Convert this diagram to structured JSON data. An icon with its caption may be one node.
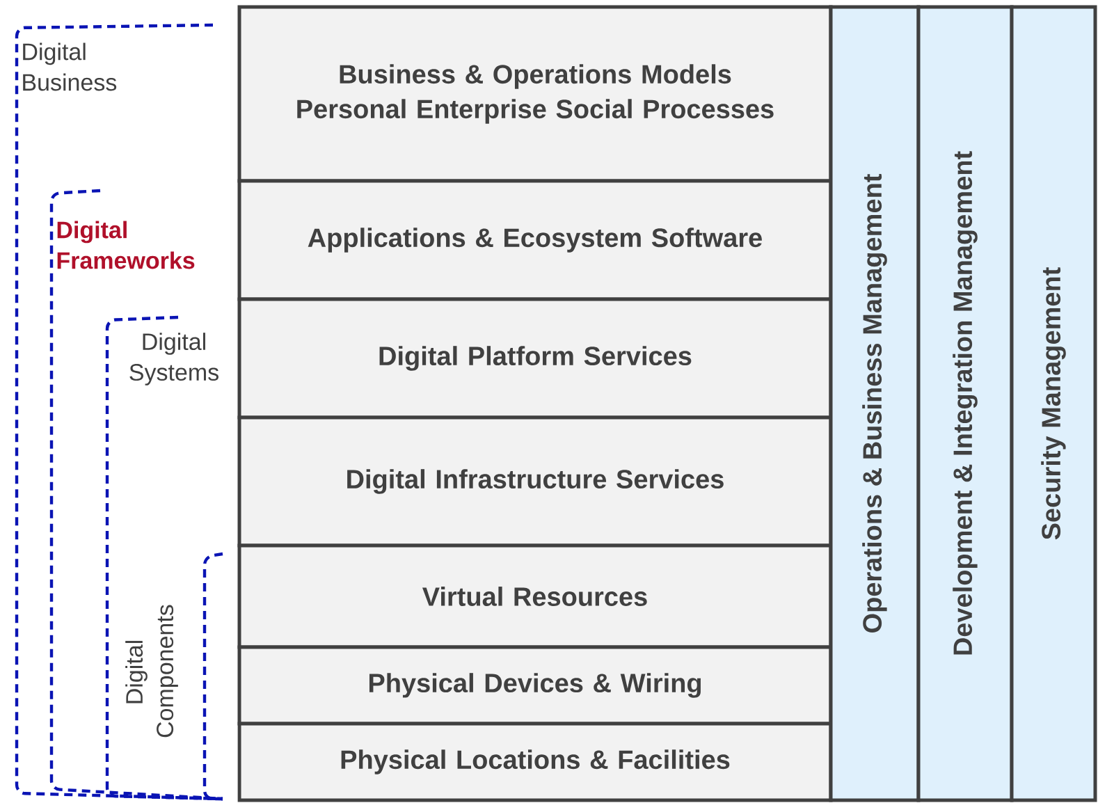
{
  "diagram": {
    "nodes": [
      {
        "text": [
          "Business & Operations Models",
          "Personal  Enterprise  Social Processes"
        ]
      },
      {
        "text": [
          "Applications & Ecosystem Software"
        ]
      },
      {
        "text": [
          "Digital Platform Services"
        ]
      },
      {
        "text": [
          "Digital Infrastructure Services"
        ]
      },
      {
        "text": [
          "Virtual Resources"
        ]
      },
      {
        "text": [
          "Physical Devices & Wiring"
        ]
      },
      {
        "text": [
          "Physical Locations & Facilities"
        ]
      },
      {
        "text": [
          "Operations & Business Management"
        ]
      },
      {
        "text": [
          "Development & Integration Management"
        ]
      },
      {
        "text": [
          "Security Management"
        ]
      }
    ],
    "labels": [
      "Digital Business",
      "Digital Frameworks",
      "Digital Systems",
      "Digital Components"
    ]
  }
}
